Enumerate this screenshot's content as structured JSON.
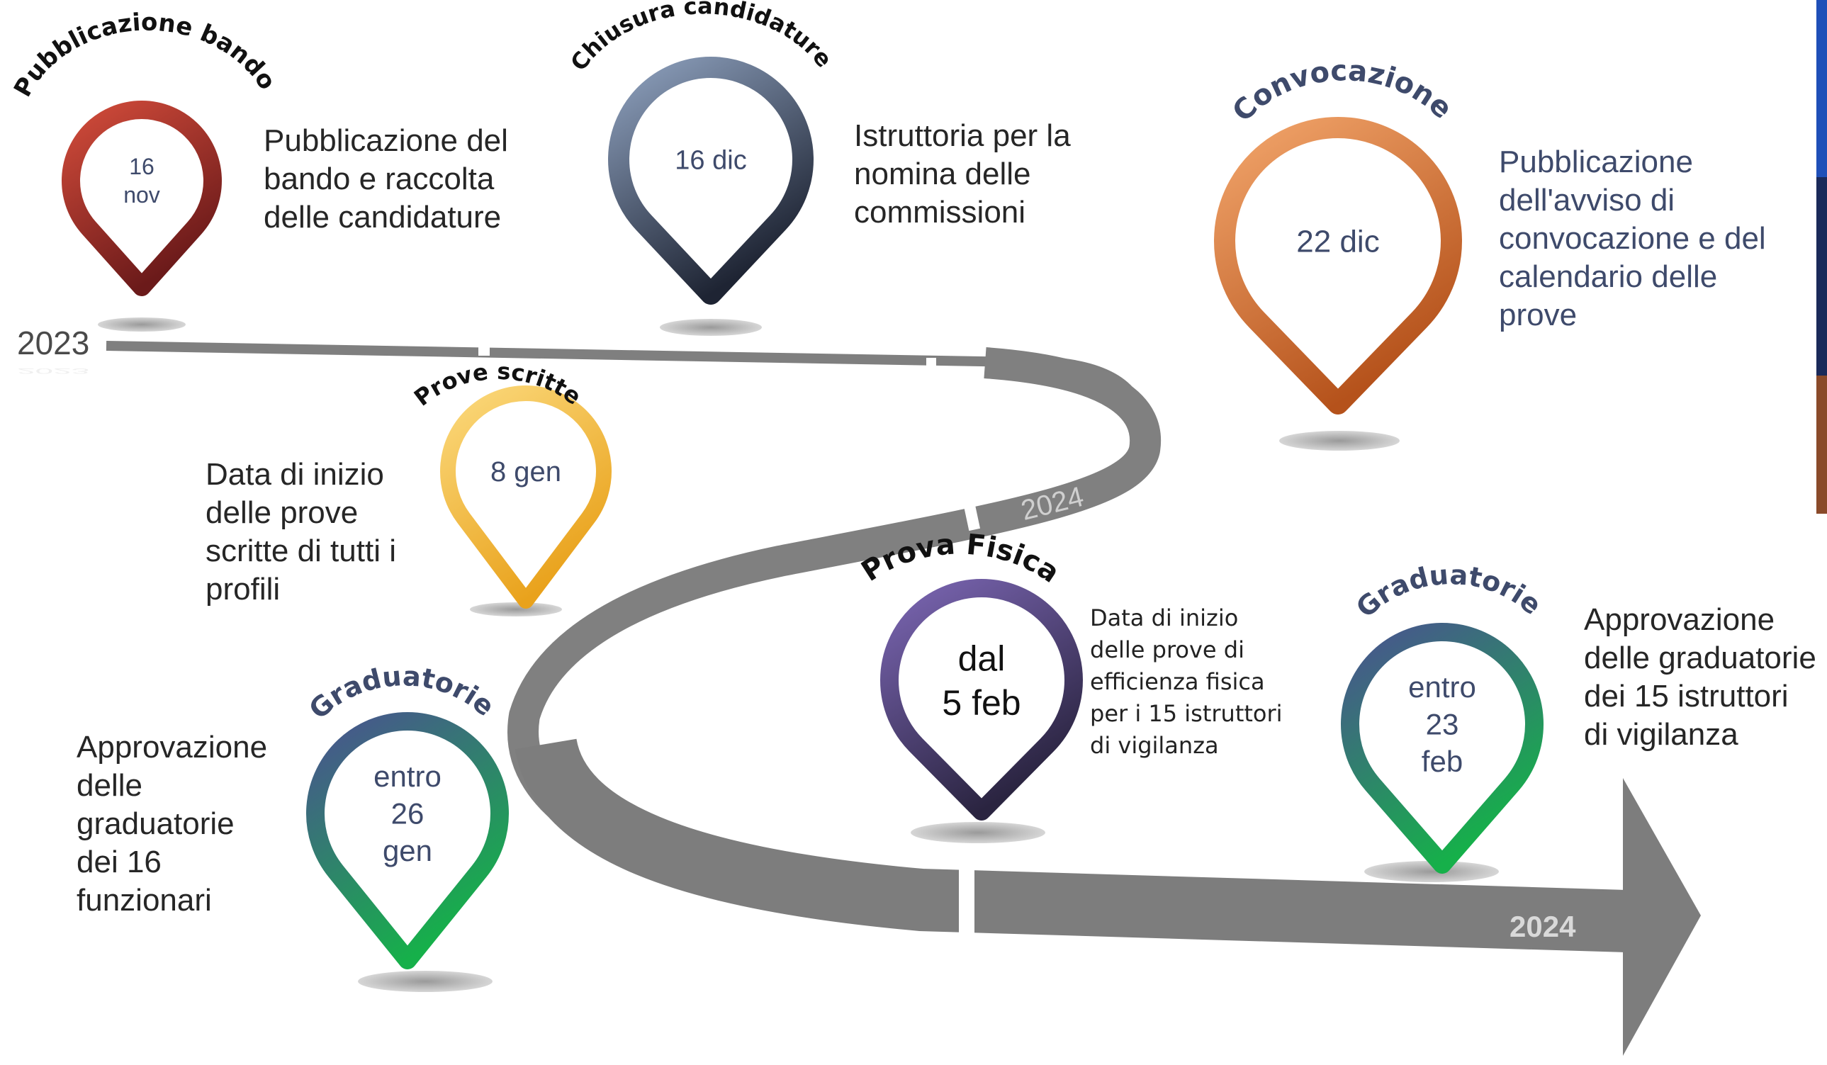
{
  "years": {
    "start": "2023",
    "mid": "2024",
    "end": "2024"
  },
  "milestones": [
    {
      "title": "Pubblicazione bando",
      "date": "16\nnov",
      "description": "Pubblicazione del\nbando e raccolta\ndelle candidature",
      "color_top": "#d14b3a",
      "color_bottom": "#6b1a1a"
    },
    {
      "title": "Chiusura candidature",
      "date": "16 dic",
      "description": "Istruttoria per la\nnomina delle\ncommissioni",
      "color_top": "#8da0bd",
      "color_bottom": "#1e2433"
    },
    {
      "title": "Convocazione",
      "date": "22 dic",
      "description": "Pubblicazione\ndell'avviso di\nconvocazione e del\ncalendario delle\nprove",
      "color_top": "#f2a56b",
      "color_bottom": "#b5521b"
    },
    {
      "title": "Prove scritte",
      "date": "8 gen",
      "description": "Data di inizio\ndelle prove\nscritte di tutti i\nprofili",
      "color_top": "#fbd97c",
      "color_bottom": "#e9a21c"
    },
    {
      "title": "Prova Fisica",
      "date": "dal\n5 feb",
      "description": "Data di inizio\ndelle prove di\nefficienza fisica\nper i 15 istruttori\ndi vigilanza",
      "color_top": "#7b66b3",
      "color_bottom": "#2a2440"
    },
    {
      "title": "Graduatorie",
      "date": "entro\n26\ngen",
      "description": "Approvazione\ndelle\ngraduatorie\ndei 16\nfunzionari",
      "color_top": "#4a5290",
      "color_bottom": "#16b04a"
    },
    {
      "title": "Graduatorie",
      "date": "entro\n23\nfeb",
      "description": "Approvazione\ndelle graduatorie\ndei 15 istruttori\ndi vigilanza",
      "color_top": "#4a5290",
      "color_bottom": "#16b04a"
    }
  ]
}
